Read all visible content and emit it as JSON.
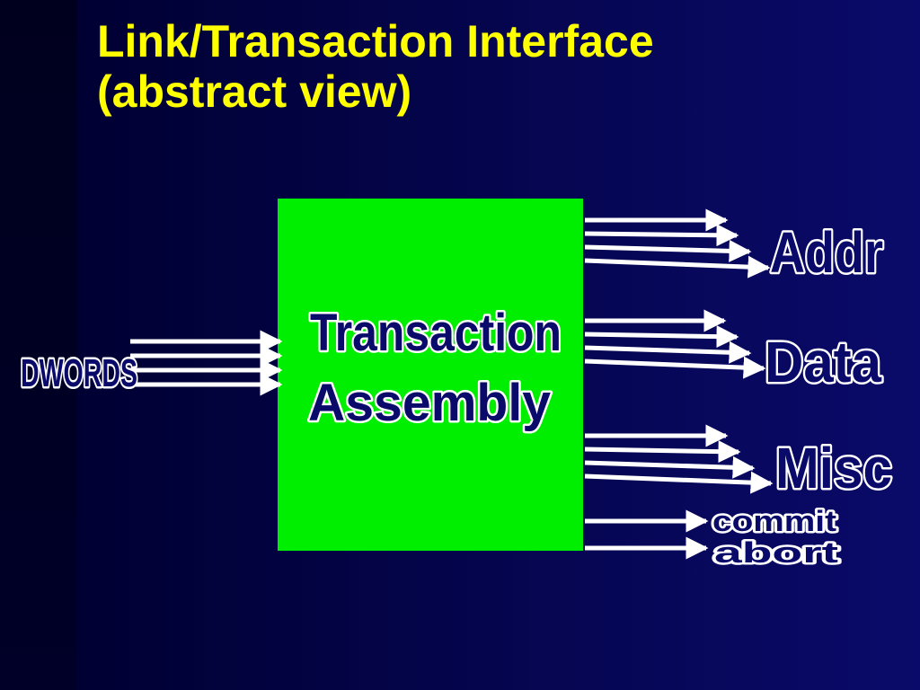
{
  "slide": {
    "title_line1": "Link/Transaction Interface",
    "title_line2": "(abstract view)"
  },
  "diagram": {
    "box_label_line1": "Transaction",
    "box_label_line2": "Assembly",
    "input_label": "DWORDS",
    "outputs": {
      "addr": "Addr",
      "data": "Data",
      "misc": "Misc",
      "commit": "commit",
      "abort": "abort"
    },
    "colors": {
      "title": "#ffff00",
      "box": "#00ee00",
      "arrow": "#ffffff",
      "background": "#0a0a6a"
    }
  }
}
